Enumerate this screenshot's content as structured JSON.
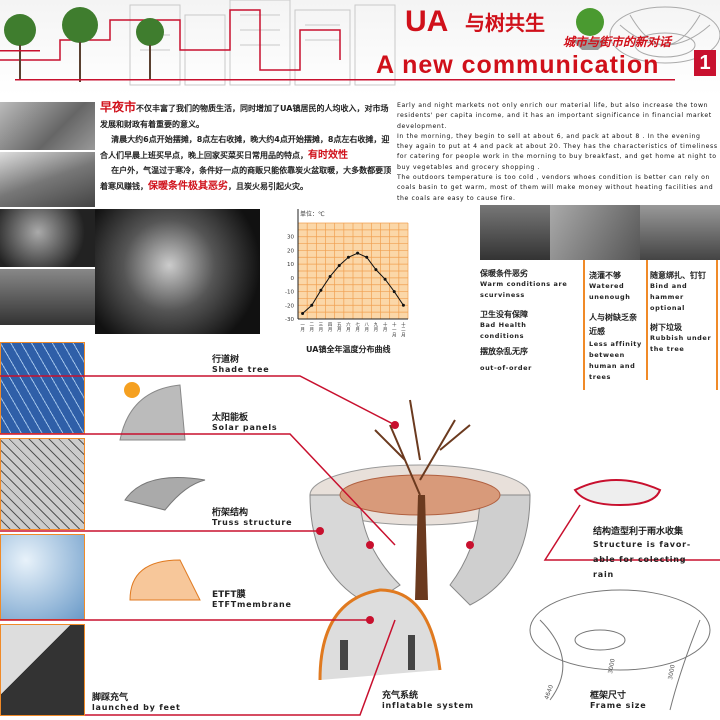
{
  "header": {
    "title_latin": "UA",
    "title_zh": "与树共生",
    "subtitle_zh": "城市与街市的新对话",
    "subtitle_en": "A new communication",
    "page_number": "1"
  },
  "intro": {
    "zh_highlight1": "早夜市",
    "zh_p1": "不仅丰富了我们的物质生活，同时增加了UA镇居民的人均收入，对市场发展和财政有着重要的意义。",
    "zh_p2": "清晨大约6点开始摆摊，8点左右收摊，晚大约4点开始摆摊，8点左右收摊，迎合人们早晨上班买早点，晚上回家买菜买日常用品的特点，",
    "zh_highlight2": "有时效性",
    "zh_p3": "在户外，气温过于寒冷，条件好一点的商贩只能依靠炭火盆取暖，大多数都要顶着寒风赚钱，",
    "zh_highlight3": "保暖条件极其恶劣",
    "zh_p3_end": "，且炭火易引起火灾。",
    "en_text": "Early and night markets not only enrich our material life, but also increase the town residents' per capita income, and it has an important significance in financial market development.\nIn the morning, they begin to sell at about 6,  and pack at about 8 . In the evening they again to put at 4 and pack at about 20.  They has the characteristics of timeliness for catering for people work in the morning to buy breakfast, and get home at night to buy vegetables and grocery shopping .\nThe outdoors temperature is too cold ,  vendors whoes condition is better can  rely on coals basin to get warm, most of them will make money without heating facilities and the coals are easy to cause fire."
  },
  "chart_data": {
    "type": "line",
    "title": "UA镇全年温度分布曲线",
    "ylabel": "单位：℃",
    "categories": [
      "一月",
      "二月",
      "三月",
      "四月",
      "五月",
      "六月",
      "七月",
      "八月",
      "九月",
      "十月",
      "十一月",
      "十二月"
    ],
    "values": [
      -26,
      -20,
      -9,
      1,
      9,
      15,
      18,
      15,
      6,
      -1,
      -10,
      -20
    ],
    "yticks": [
      30,
      20,
      10,
      0,
      -10,
      -20,
      -30
    ],
    "ylim": [
      -30,
      40
    ],
    "grid": true
  },
  "problems": [
    {
      "items": [
        {
          "zh": "保暖条件恶劣",
          "en": "Warm conditions are scurviness"
        },
        {
          "zh": "卫生没有保障",
          "en": "Bad Health conditions"
        },
        {
          "zh": "摆放杂乱无序",
          "en": "out-of-order"
        }
      ]
    },
    {
      "items": [
        {
          "zh": "浇灌不够",
          "en": "Watered unenough"
        },
        {
          "zh": "人与树缺乏亲近感",
          "en": "Less affinity between human and trees"
        }
      ]
    },
    {
      "items": [
        {
          "zh": "随意绑扎、钉钉",
          "en": "Bind and hammer optional"
        },
        {
          "zh": "树下垃圾",
          "en": "Rubbish under the tree"
        }
      ]
    }
  ],
  "components": [
    {
      "zh": "行道树",
      "en": "Shade tree"
    },
    {
      "zh": "太阳能板",
      "en": "Solar panels"
    },
    {
      "zh": "桁架结构",
      "en": "Truss structure"
    },
    {
      "zh": "ETFT膜",
      "en": "ETFTmembrane"
    },
    {
      "zh": "脚踩充气",
      "en": "launched by feet"
    },
    {
      "zh": "充气系统",
      "en": "inflatable system"
    },
    {
      "zh": "结构造型利于雨水收集",
      "en": "Structure is favor-able for colecting rain"
    },
    {
      "zh": "框架尺寸",
      "en": "Frame size"
    }
  ],
  "dimensions": [
    "4640",
    "3000",
    "3000"
  ],
  "colors": {
    "accent": "#d0101a",
    "orange": "#f08a28",
    "grid": "#fbd7a8"
  }
}
